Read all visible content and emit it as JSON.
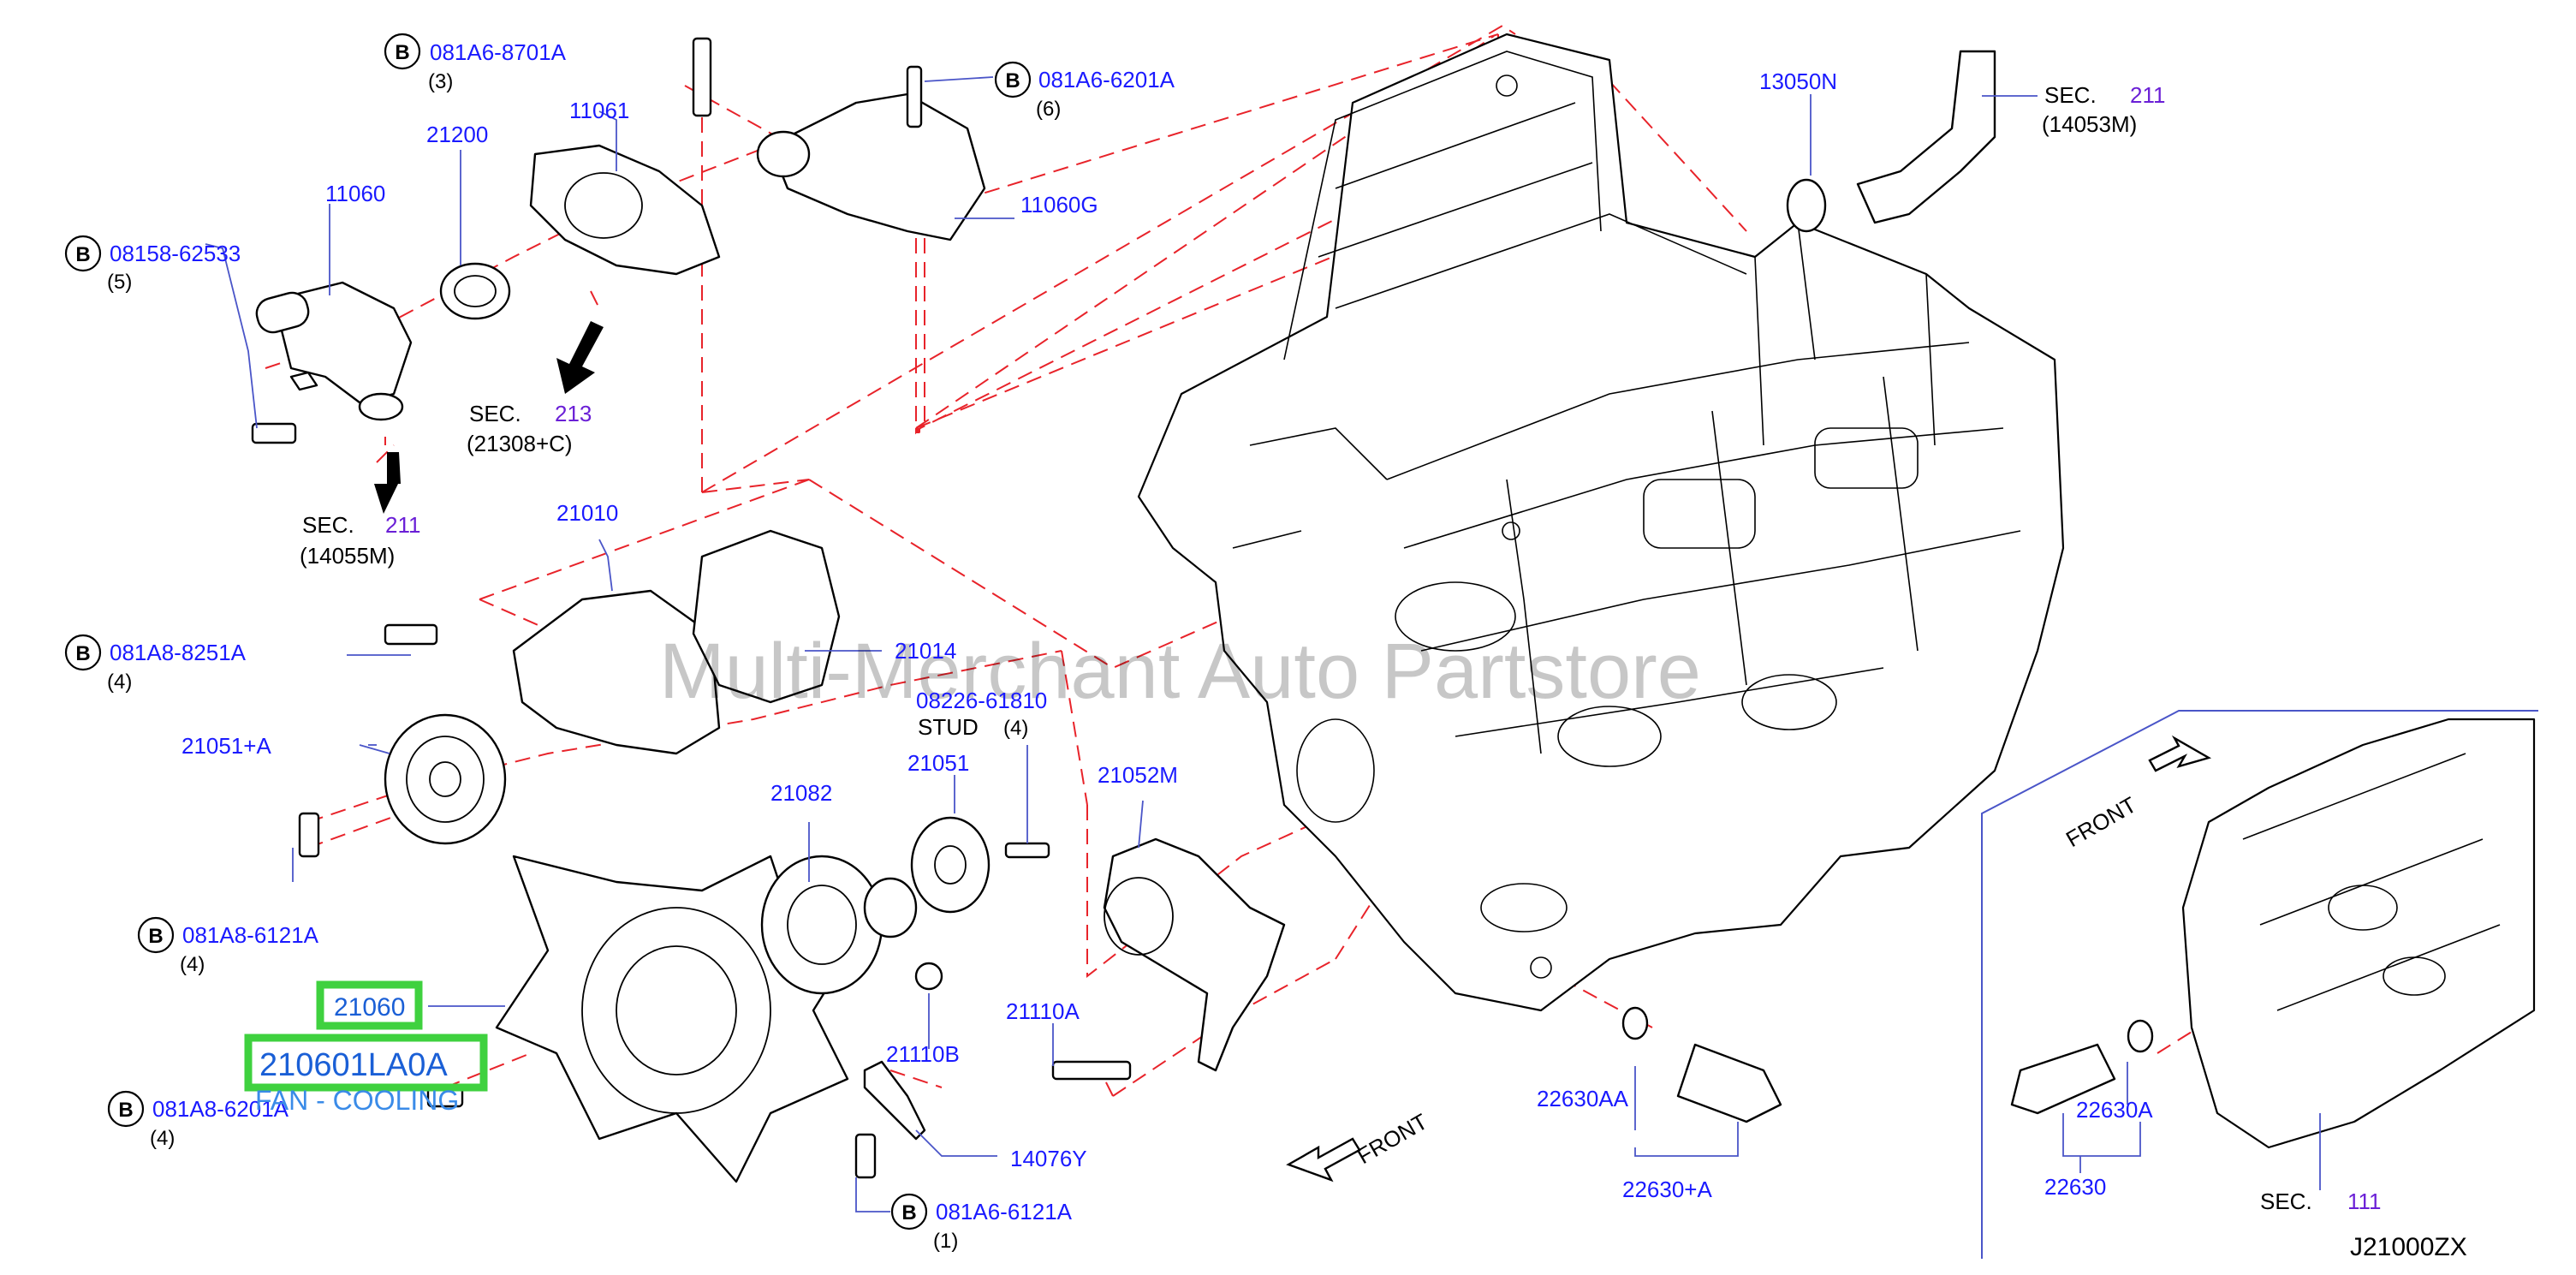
{
  "watermark": "Multi-Merchant Auto Partstore",
  "diagram_code": "J21000ZX",
  "bolt_symbol": "B",
  "callouts": {
    "b_081A6_8701A": {
      "part": "081A6-8701A",
      "qty": "(3)"
    },
    "b_081A6_6201A": {
      "part": "081A6-6201A",
      "qty": "(6)"
    },
    "b_08158_62533": {
      "part": "08158-62533",
      "qty": "(5)"
    },
    "b_081A8_8251A": {
      "part": "081A8-8251A",
      "qty": "(4)"
    },
    "b_081A8_6121A": {
      "part": "081A8-6121A",
      "qty": "(4)"
    },
    "b_081A8_6201A": {
      "part": "081A8-6201A",
      "qty": "(4)"
    },
    "b_081A6_6121A": {
      "part": "081A6-6121A",
      "qty": "(1)"
    }
  },
  "labels": {
    "p11061": "11061",
    "p21200": "21200",
    "p11060": "11060",
    "p11060G": "11060G",
    "p13050N": "13050N",
    "p21010": "21010",
    "p21014": "21014",
    "p21051A": "21051+A",
    "p08226": "08226-61810",
    "stud": "STUD",
    "stud_qty": "(4)",
    "p21051": "21051",
    "p21082": "21082",
    "p21052M": "21052M",
    "p21110A": "21110A",
    "p21110B": "21110B",
    "p14076Y": "14076Y",
    "p22630AA": "22630AA",
    "p22630A_sum": "22630+A",
    "p22630A": "22630A",
    "p22630": "22630"
  },
  "sections": {
    "sec211_top": {
      "word": "SEC.",
      "num": "211",
      "ref": "(14053M)"
    },
    "sec213": {
      "word": "SEC.",
      "num": "213",
      "ref": "(21308+C)"
    },
    "sec211_left": {
      "word": "SEC.",
      "num": "211",
      "ref": "(14055M)"
    },
    "sec111": {
      "word": "SEC.",
      "num": "111"
    }
  },
  "front_labels": {
    "main": "FRONT",
    "inset": "FRONT"
  },
  "highlight": {
    "part": "21060",
    "big_part": "210601LA0A",
    "description": "FAN - COOLING",
    "color": "#3fd13f"
  },
  "colors": {
    "part_number": "#1a1aff",
    "section_number": "#6a1fd6",
    "dashed_line": "#e8232a",
    "leader_line": "#4a55c8"
  }
}
